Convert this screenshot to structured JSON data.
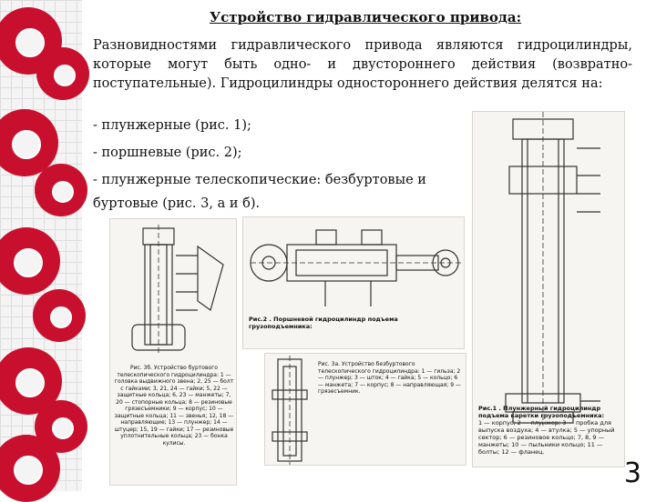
{
  "title": "Устройство гидравлического привода:",
  "paragraph": "Разновидностями гидравлического привода являются гидроцилиндры, которые могут быть одно- и двустороннего действия (возвратно-поступательные). Гидроцилиндры одностороннего действия делятся на:",
  "bullets": [
    "- плунжерные (рис. 1);",
    "- поршневые (рис. 2);",
    "- плунжерные телескопические: безбуртовые и",
    "буртовые (рис. 3, а и б)."
  ],
  "figures": {
    "fig2_caption": "Рис.2 . Поршневой гидроцилиндр подъема грузоподъемника:",
    "fig1_caption_title": "Рис.1 . Плунжерный гидроцилиндр подъема каретки грузоподъемника:",
    "fig1_caption_body": "1 — корпус; 2 — плунжер; 3 — пробка для выпуска воздуха; 4 — втулка; 5 — упорный сектор; 6 — резиновое кольцо; 7, 8, 9 — манжеты; 10 — пыльники кольцо; 11 — болты; 12 — фланец.",
    "fig3a_caption": "Рис. 3б. Устройство буртового телескопического гидроцилиндра: 1 — головка выдвижного звена; 2, 25 — болт с гайками; 3, 21, 24 — гайки; 5, 22 — защитные кольца; 6, 23 — манжеты; 7, 20 — стопорные кольца; 8 — резиновые грязесъемники; 9 — корпус; 10 — защитные кольца; 11 — звенья; 12, 18 — направляющие; 13 — плунжер; 14 — штуцер; 15, 19 — гайки; 17 — резиновые уплотнительные кольца; 23 — бонка кулисы.",
    "fig3b_caption": "Рис. 3а. Устройство безбуртового телескопического гидроцилиндра: 1 — гильза; 2 — плунжер; 3 — шток; 4 — гайка; 5 — кольцо; 6 — манжета; 7 — корпус; 8 — направляющая; 9 — грязесъемник."
  },
  "page_number": "3",
  "colors": {
    "gear": "#c8102e",
    "grid": "#dddddd",
    "text": "#111111"
  }
}
